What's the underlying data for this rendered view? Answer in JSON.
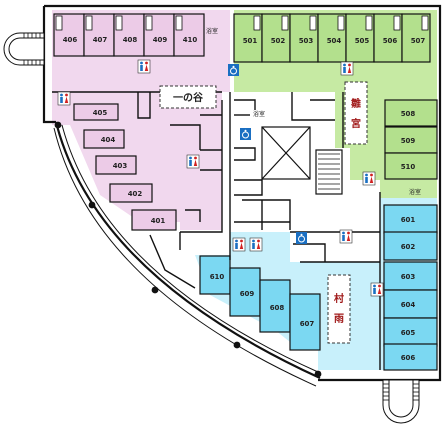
{
  "zones": {
    "hitotani": {
      "name": "一の谷",
      "fill": "#f1d8ee",
      "room_fill": "#eccbe7",
      "label_color": "#222222"
    },
    "hinamiya": {
      "name": "雛宮",
      "fill": "#c6eaa3",
      "room_fill": "#b3e08d",
      "label_color": "#a01818"
    },
    "murasame": {
      "name": "村雨",
      "fill": "#c8f0fb",
      "room_fill": "#7bd8f2",
      "label_color": "#a01818"
    }
  },
  "labels": {
    "bath": "浴室"
  },
  "rooms": {
    "zone4_top": [
      "406",
      "407",
      "408",
      "409",
      "410"
    ],
    "zone4_diag": [
      "405",
      "404",
      "403",
      "402",
      "401"
    ],
    "zone5_top": [
      "501",
      "502",
      "503",
      "504",
      "505",
      "506",
      "507"
    ],
    "zone5_right": [
      "508",
      "509",
      "510"
    ],
    "zone6_right": [
      "601",
      "602",
      "603",
      "604",
      "605",
      "606"
    ],
    "zone6_arc": [
      "610",
      "609",
      "608",
      "607"
    ]
  },
  "colors": {
    "wall": "#111111",
    "toilet_blue": "#1a6fc2",
    "toilet_red": "#d02020",
    "accessible_blue": "#1a6fc2"
  }
}
